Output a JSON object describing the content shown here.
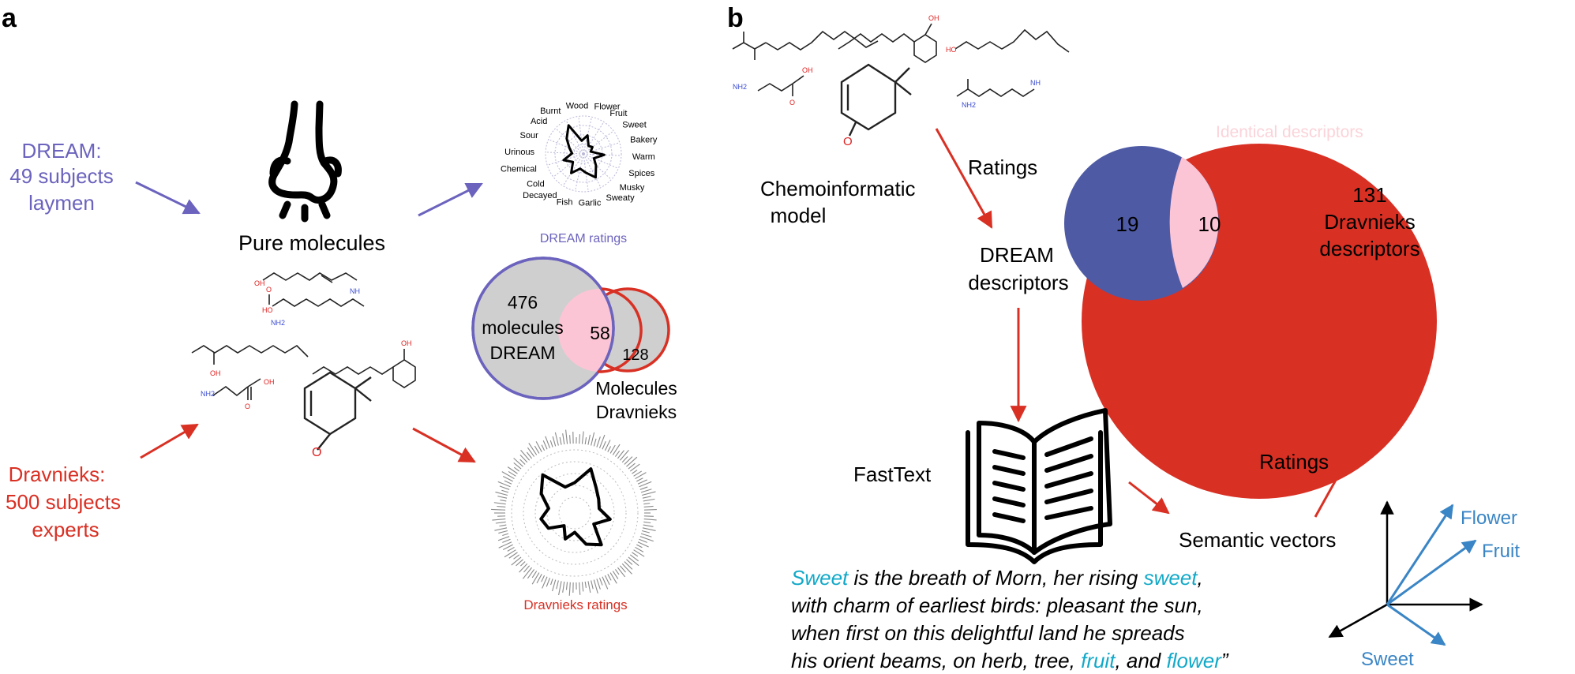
{
  "colors": {
    "dream": "#6b63bd",
    "dravnieks": "#d93024",
    "dream_circle": "#4e5aa4",
    "overlap_pink": "#fcc5d5",
    "grey_fill": "#cfcfcf",
    "teal_text": "#12a9c8",
    "vector_blue": "#3a85c5",
    "black": "#000000",
    "identical_text": "#fbd3d9"
  },
  "panel_a": {
    "label": "a",
    "dream_source": [
      "DREAM:",
      "49 subjects",
      "laymen"
    ],
    "dravnieks_source": [
      "Dravnieks:",
      "500 subjects",
      "experts"
    ],
    "nose_icon": "nose-icon",
    "pure_molecules": "Pure molecules",
    "molecule_labels": {
      "oh": "OH",
      "nh2": "NH2",
      "nh": "NH",
      "o": "O",
      "ho": "HO"
    },
    "dream_radar": {
      "descriptors": [
        "Flower",
        "Fruit",
        "Sweet",
        "Bakery",
        "Warm",
        "Spices",
        "Musky",
        "Sweaty",
        "Garlic",
        "Fish",
        "Decayed",
        "Cold",
        "Chemical",
        "Urinous",
        "Sour",
        "Acid",
        "Burnt",
        "Wood"
      ],
      "caption": "DREAM ratings"
    },
    "venn_molecules": {
      "dream_count": "476",
      "dream_label": [
        "molecules",
        "DREAM"
      ],
      "overlap": "58",
      "dravnieks_count": "128",
      "dravnieks_label": [
        "Molecules",
        "Dravnieks"
      ]
    },
    "dravnieks_radar": {
      "caption": "Dravnieks ratings"
    }
  },
  "panel_b": {
    "label": "b",
    "chemoinformatic": [
      "Chemoinformatic",
      "model"
    ],
    "ratings_top": "Ratings",
    "dream_descriptors": [
      "DREAM",
      "descriptors"
    ],
    "venn_descriptors": {
      "identical_label": "Identical descriptors",
      "dream_only": "19",
      "overlap": "10",
      "dravnieks_count": "131",
      "dravnieks_label": [
        "Dravnieks",
        "descriptors"
      ]
    },
    "book_icon": "open-book-icon",
    "fasttext": "FastText",
    "semantic_vectors": "Semantic vectors",
    "ratings_bottom": "Ratings",
    "vectors": [
      "Flower",
      "Fruit",
      "Sweet"
    ],
    "poem": {
      "line1": [
        {
          "text": "Sweet",
          "hl": true
        },
        {
          "text": " is the breath of Morn, her rising ",
          "hl": false
        },
        {
          "text": "sweet",
          "hl": true
        },
        {
          "text": ",",
          "hl": false
        }
      ],
      "line2": [
        {
          "text": "with charm of earliest birds: pleasant the sun,",
          "hl": false
        }
      ],
      "line3": [
        {
          "text": "when first on this delightful land he spreads",
          "hl": false
        }
      ],
      "line4": [
        {
          "text": "his orient beams, on herb, tree, ",
          "hl": false
        },
        {
          "text": "fruit",
          "hl": true
        },
        {
          "text": ", and ",
          "hl": false
        },
        {
          "text": "flower",
          "hl": true
        },
        {
          "text": "”",
          "hl": false
        }
      ]
    }
  }
}
